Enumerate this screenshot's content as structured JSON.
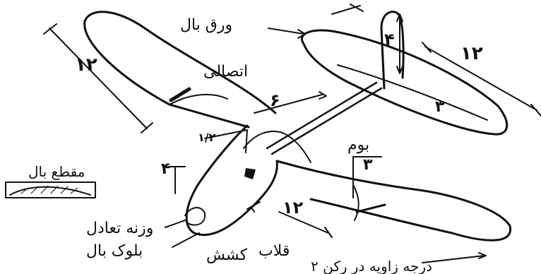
{
  "labels": {
    "wing_sheet": "ورق بال",
    "joint": "اتصالی",
    "boom": "بوم",
    "wing_section": "مقطع بال",
    "balance_weight": "وزنه تعادل",
    "wing_block": "بلوک بال",
    "elastic": "کشش",
    "hook": "قلاب",
    "incidence": "۲ درجه زاویه در رکن"
  },
  "dimensions": {
    "wing_half_span": "۱۲",
    "wing_center_span": "۶",
    "fin_height": "۴",
    "tailplane_span": "۱۲",
    "tail_chord": "۳",
    "wing_chord_root": "۴",
    "dihedral": "۱/۲",
    "tip_chord": "۳",
    "nose_length": "۱۲"
  }
}
